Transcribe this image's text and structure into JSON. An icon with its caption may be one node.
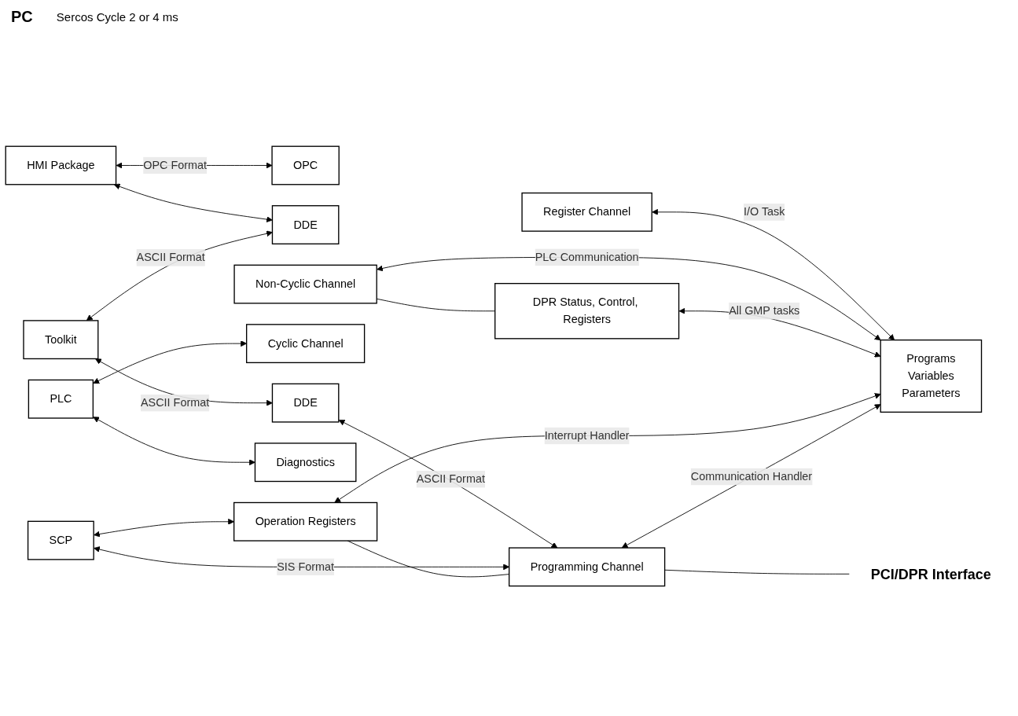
{
  "diagram": {
    "nodes": [
      {
        "text": [
          "PLC"
        ]
      },
      {
        "text": [
          "HMI Package"
        ]
      },
      {
        "text": [
          "Toolkit"
        ]
      },
      {
        "text": [
          "OPC"
        ]
      },
      {
        "text": [
          "DDE"
        ]
      },
      {
        "text": [
          "SCP"
        ]
      },
      {
        "text": [
          "DDE"
        ]
      },
      {
        "text": [
          "Register Channel"
        ]
      },
      {
        "text": [
          "Cyclic Channel"
        ]
      },
      {
        "text": [
          "Non-Cyclic Channel"
        ]
      },
      {
        "text": [
          "DPR Status, Control, Registers"
        ]
      },
      {
        "text": [
          "Diagnostics"
        ]
      },
      {
        "text": [
          "Operation Registers"
        ]
      },
      {
        "text": [
          "Programming Channel"
        ]
      },
      {
        "text": [
          "Programs",
          "Variables",
          "Parameters"
        ]
      },
      {
        "text": [
          "PCI/DPR Interface"
        ]
      }
    ],
    "edges": [
      {
        "from": 0,
        "to": 8,
        "arrow": "both"
      },
      {
        "from": 0,
        "to": 11,
        "arrow": "both"
      },
      {
        "from": 1,
        "to": 3,
        "arrow": "both",
        "label": "OPC Format"
      },
      {
        "from": 1,
        "to": 4,
        "arrow": "both"
      },
      {
        "from": 2,
        "to": 4,
        "arrow": "both",
        "label": "ASCII Format"
      },
      {
        "from": 2,
        "to": 6,
        "arrow": "both",
        "label": "ASCII Format"
      },
      {
        "from": 6,
        "to": 13,
        "arrow": "both",
        "label": "ASCII Format"
      },
      {
        "from": 5,
        "to": 13,
        "arrow": "both",
        "label": "SIS Format"
      },
      {
        "from": 5,
        "to": 12,
        "arrow": "both"
      },
      {
        "from": 7,
        "to": 14,
        "arrow": "both",
        "label": "I/O Task"
      },
      {
        "from": 9,
        "to": 14,
        "arrow": "both",
        "label": "PLC Communication"
      },
      {
        "from": 10,
        "to": 14,
        "arrow": "both",
        "label": "All GMP tasks"
      },
      {
        "from": 12,
        "to": 14,
        "arrow": "both",
        "label": "Interrupt Handler"
      },
      {
        "from": 13,
        "to": 14,
        "arrow": "both",
        "label": "Communication Handler"
      },
      {
        "from": 9,
        "to": 10,
        "arrow": "none"
      },
      {
        "from": 12,
        "to": 13,
        "arrow": "none"
      },
      {
        "from": 13,
        "to": 15,
        "arrow": "none"
      }
    ],
    "labels": [
      "PC",
      "Sercos Cycle 2 or 4 ms"
    ]
  }
}
